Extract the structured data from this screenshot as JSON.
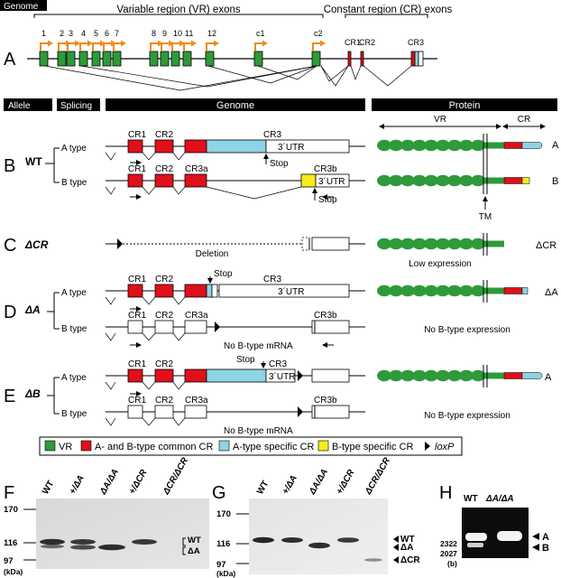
{
  "colors": {
    "vr_green": "#2e9a3a",
    "common_red": "#e0101a",
    "a_type_blue": "#8fd3e6",
    "b_type_yellow": "#f6ec1a",
    "arrow_orange": "#f08a1c",
    "black": "#000000"
  },
  "panel_a": {
    "letter": "A",
    "tag_genome": "Genome",
    "vr_exons_label": "Variable region (VR) exons",
    "cr_exons_label": "Constant region (CR) exons",
    "exon_numbers": [
      "1",
      "2",
      "3",
      "4",
      "5",
      "6",
      "7",
      "8",
      "9",
      "10",
      "11",
      "12",
      "c1",
      "c2"
    ],
    "cr_labels": [
      "CR1",
      "CR2",
      "CR3"
    ]
  },
  "headers": {
    "allele": "Allele",
    "splicing": "Splicing",
    "genome": "Genome",
    "protein": "Protein"
  },
  "panel_b": {
    "letter": "B",
    "allele": "WT",
    "a_type": "A type",
    "b_type": "B type",
    "cr1": "CR1",
    "cr2": "CR2",
    "cr3": "CR3",
    "cr3a": "CR3a",
    "cr3b": "CR3b",
    "utr": "3´UTR",
    "stop": "Stop",
    "vr": "VR",
    "cr": "CR",
    "tm": "TM",
    "protein_a": "A",
    "protein_b": "B"
  },
  "panel_c": {
    "letter": "C",
    "allele": "ΔCR",
    "deletion": "Deletion",
    "protein": "ΔCR",
    "note": "Low expression"
  },
  "panel_d": {
    "letter": "D",
    "allele": "ΔA",
    "a_type": "A type",
    "b_type": "B type",
    "cr1": "CR1",
    "cr2": "CR2",
    "cr3": "CR3",
    "cr3a": "CR3a",
    "cr3b": "CR3b",
    "utr": "3´UTR",
    "stop": "Stop",
    "no_b_mrna": "No B-type mRNA",
    "protein": "ΔA",
    "note": "No B-type expression"
  },
  "panel_e": {
    "letter": "E",
    "allele": "ΔB",
    "a_type": "A type",
    "b_type": "B type",
    "cr1": "CR1",
    "cr2": "CR2",
    "cr3": "CR3",
    "cr3a": "CR3a",
    "cr3b": "CR3b",
    "utr": "3´UTR",
    "stop": "Stop",
    "no_b_mrna": "No B-type mRNA",
    "protein": "A",
    "note": "No B-type expression"
  },
  "legend": {
    "vr": "VR",
    "common": "A- and B-type common CR",
    "a_specific": "A-type specific CR",
    "b_specific": "B-type specific CR",
    "loxp": "loxP"
  },
  "panel_f": {
    "letter": "F",
    "lanes": [
      "WT",
      "+/ΔA",
      "ΔA/ΔA",
      "+/ΔCR",
      "ΔCR/ΔCR"
    ],
    "markers": [
      "170",
      "116",
      "97"
    ],
    "unit": "(kDa)",
    "bands": [
      "WT",
      "ΔA"
    ]
  },
  "panel_g": {
    "letter": "G",
    "lanes": [
      "WT",
      "+/ΔA",
      "ΔA/ΔA",
      "+/ΔCR",
      "ΔCR/ΔCR"
    ],
    "markers": [
      "170",
      "116",
      "97"
    ],
    "unit": "(kDa)",
    "bands": [
      "WT",
      "ΔA",
      "ΔCR"
    ]
  },
  "panel_h": {
    "letter": "H",
    "lanes": [
      "WT",
      "ΔA/ΔA"
    ],
    "markers": [
      "2322",
      "2027"
    ],
    "unit": "(b)",
    "bands": [
      "A",
      "B"
    ]
  }
}
